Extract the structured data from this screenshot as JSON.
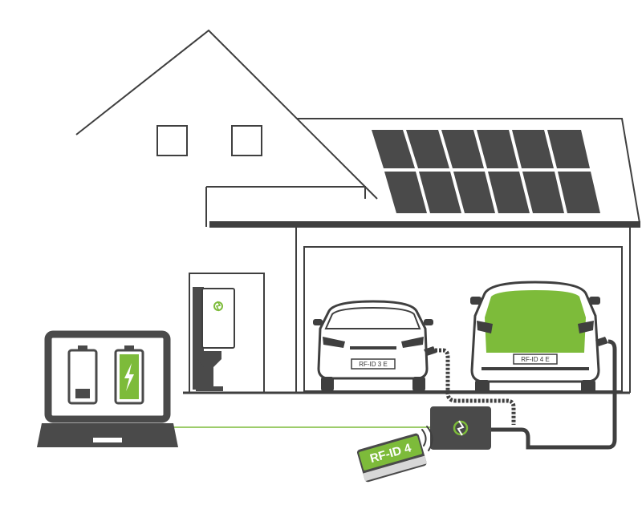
{
  "colors": {
    "outline": "#3f3f3f",
    "panel": "#4a4a4a",
    "accent_green": "#7dbb3a",
    "data_line": "#7dbb3a",
    "background": "#ffffff"
  },
  "cars": [
    {
      "plate": "RF-ID 3 E",
      "highlighted": false
    },
    {
      "plate": "RF-ID 4 E",
      "highlighted": true
    }
  ],
  "rfid_card": {
    "label": "RF-ID 4"
  },
  "laptop": {
    "batteries": [
      {
        "state": "low",
        "icon": "battery-low-icon"
      },
      {
        "state": "charging",
        "icon": "battery-charging-icon"
      }
    ]
  },
  "icons": [
    "logo-icon",
    "bolt-icon",
    "wireless-icon"
  ]
}
